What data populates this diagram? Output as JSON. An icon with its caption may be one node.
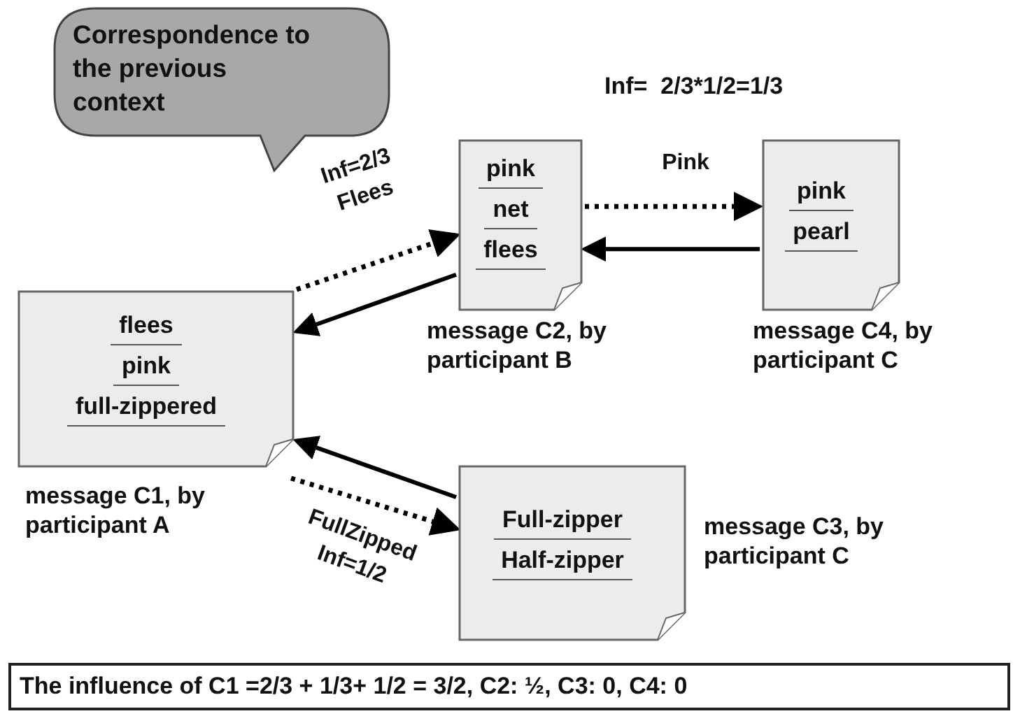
{
  "diagram": {
    "nodes": [
      {
        "text": [
          "Correspondence to the previous context"
        ]
      },
      {
        "text": [
          "flees",
          "pink",
          "full-zippered"
        ],
        "beside": [
          "message C1, by participant A"
        ]
      },
      {
        "text": [
          "pink",
          "net",
          "flees"
        ],
        "beside": [
          "message C2, by participant B"
        ]
      },
      {
        "text": [
          "pink",
          "pearl"
        ],
        "beside": [
          "message C4, by participant C"
        ]
      },
      {
        "text": [
          "Full-zipper",
          "Half-zipper"
        ],
        "beside": [
          "message C3, by participant C"
        ]
      },
      {
        "text": [
          "The influence of C1 =2/3 + 1/3+ 1/2 = 3/2, C2: ½,  C3: 0,  C4: 0"
        ]
      }
    ],
    "edges": [
      {
        "from": 1,
        "to": 2,
        "arrow": "to",
        "style": "dashed",
        "label": "Inf=2/3 Flees"
      },
      {
        "from": 2,
        "to": 1,
        "arrow": "to"
      },
      {
        "from": 2,
        "to": 3,
        "arrow": "to",
        "style": "dashed",
        "label": "Pink"
      },
      {
        "from": 3,
        "to": 2,
        "arrow": "to"
      },
      {
        "from": 1,
        "to": 4,
        "arrow": "to",
        "style": "dashed",
        "label": "FullZipped Inf=1/2"
      },
      {
        "from": 4,
        "to": 1,
        "arrow": "to"
      }
    ],
    "labels": [
      "Inf=  2/3*1/2=1/3"
    ]
  }
}
